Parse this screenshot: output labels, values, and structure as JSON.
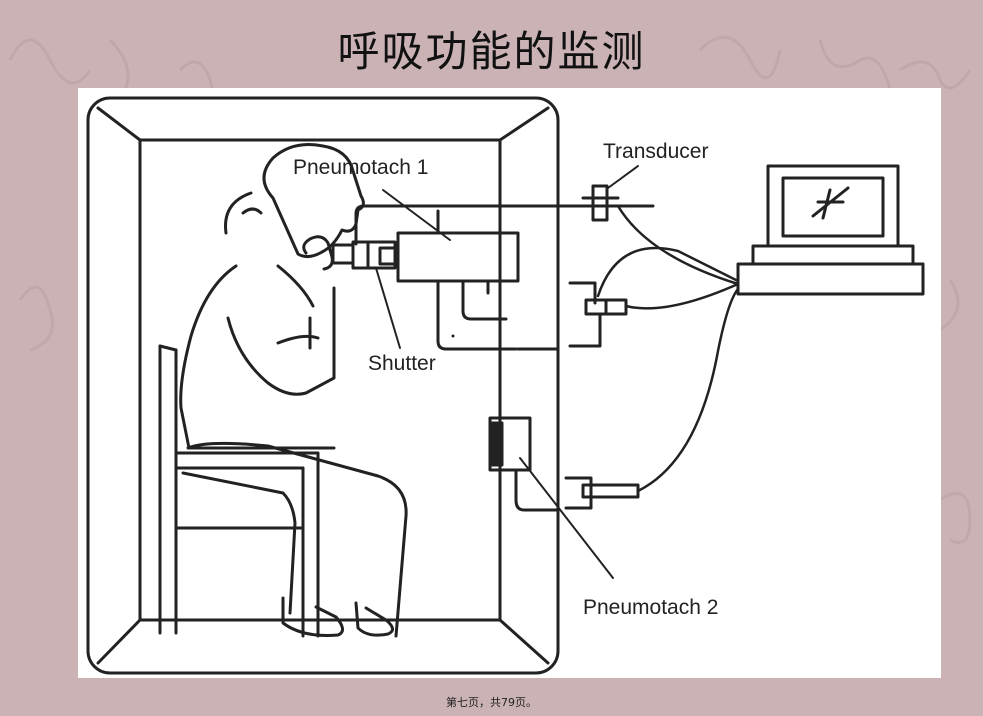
{
  "slide": {
    "title": "呼吸功能的监测",
    "footer": "第七页，共79页。"
  },
  "diagram": {
    "labels": {
      "pneumotach1": "Pneumotach 1",
      "transducer": "Transducer",
      "shutter": "Shutter",
      "pneumotach2": "Pneumotach 2"
    }
  },
  "colors": {
    "background": "#cbb3b5",
    "figure_background": "#ffffff",
    "ink": "#222222"
  }
}
